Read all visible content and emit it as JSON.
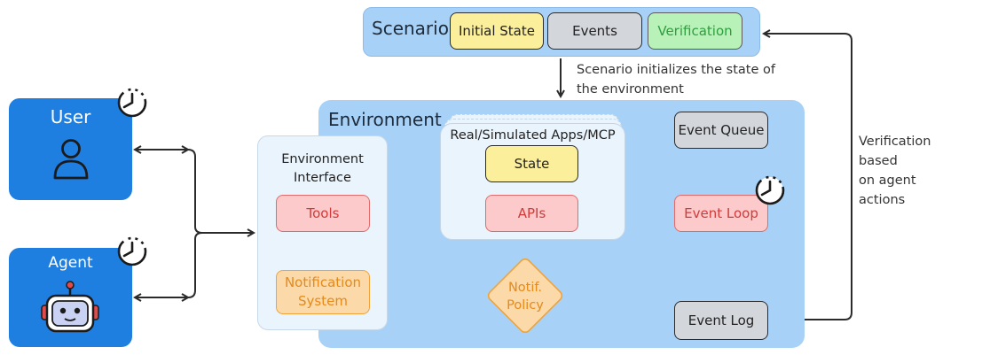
{
  "scenario": {
    "title": "Scenario",
    "initial_state": "Initial State",
    "events": "Events",
    "verification": "Verification",
    "note": "Scenario initializes the state of the environment"
  },
  "environment": {
    "title": "Environment",
    "interface_title": "Environment Interface",
    "tools": "Tools",
    "notification_system": "Notification System",
    "apps_title": "Real/Simulated Apps/MCP",
    "state": "State",
    "apis": "APIs",
    "notif_policy": [
      "Notif.",
      "Policy"
    ],
    "event_queue": "Event Queue",
    "event_loop": "Event Loop",
    "event_log": "Event Log"
  },
  "actors": {
    "user": "User",
    "agent": "Agent"
  },
  "verification_note": [
    "Verification",
    "based",
    "on agent",
    "actions"
  ],
  "colors": {
    "actor_blue": "#1e7fe0",
    "panel_blue": "#a8d1f7",
    "red_text": "#d13b3b",
    "orange": "#f0a33b",
    "green_text": "#2e9e3e"
  },
  "icons": [
    "clock-icon",
    "person-icon",
    "robot-icon"
  ]
}
